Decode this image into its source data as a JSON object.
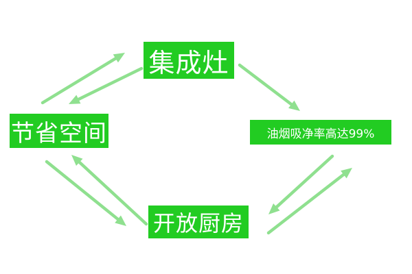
{
  "colors": {
    "box_fill": "#22cc22",
    "box_text": "#ffffff",
    "arrow": "#8fe08f"
  },
  "nodes": {
    "top": "集成灶",
    "left": "节省空间",
    "right": "油烟吸净率高达99%",
    "bottom": "开放厨房"
  },
  "edges": [
    {
      "from": "left",
      "to": "top"
    },
    {
      "from": "top",
      "to": "left"
    },
    {
      "from": "top",
      "to": "right"
    },
    {
      "from": "right",
      "to": "bottom"
    },
    {
      "from": "bottom",
      "to": "right"
    },
    {
      "from": "left",
      "to": "bottom"
    },
    {
      "from": "bottom",
      "to": "left"
    }
  ]
}
